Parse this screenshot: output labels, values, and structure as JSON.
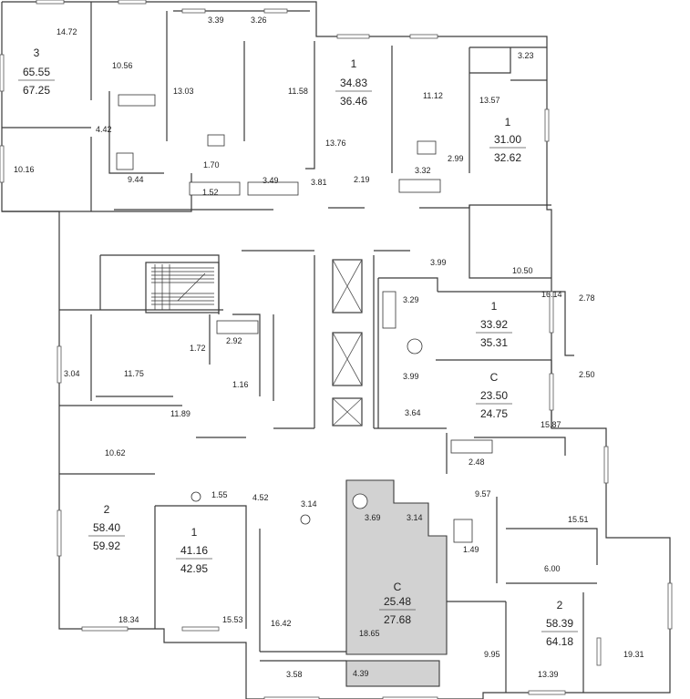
{
  "apartments": [
    {
      "id": "apt-3",
      "rooms": "3",
      "living": "65.55",
      "total": "67.25"
    },
    {
      "id": "apt-1a",
      "rooms": "1",
      "living": "34.83",
      "total": "36.46"
    },
    {
      "id": "apt-1b",
      "rooms": "1",
      "living": "31.00",
      "total": "32.62"
    },
    {
      "id": "apt-1c",
      "rooms": "1",
      "living": "33.92",
      "total": "35.31"
    },
    {
      "id": "apt-cs",
      "rooms": "С",
      "living": "23.50",
      "total": "24.75"
    },
    {
      "id": "apt-2a",
      "rooms": "2",
      "living": "58.40",
      "total": "59.92"
    },
    {
      "id": "apt-1d",
      "rooms": "1",
      "living": "41.16",
      "total": "42.95"
    },
    {
      "id": "apt-cs-hl",
      "rooms": "С",
      "living": "25.48",
      "total": "27.68"
    },
    {
      "id": "apt-2b",
      "rooms": "2",
      "living": "58.39",
      "total": "64.18"
    }
  ],
  "rooms": [
    "14.72",
    "3.39",
    "3.26",
    "10.56",
    "13.03",
    "11.58",
    "11.12",
    "3.23",
    "13.57",
    "4.42",
    "13.76",
    "10.16",
    "9.44",
    "1.70",
    "1.52",
    "3.49",
    "3.81",
    "2.19",
    "3.32",
    "2.99",
    "3.99",
    "10.50",
    "3.29",
    "16.14",
    "2.78",
    "1.72",
    "2.92",
    "3.04",
    "11.75",
    "1.16",
    "3.99",
    "2.50",
    "11.89",
    "3.64",
    "15.87",
    "10.62",
    "2.48",
    "1.55",
    "4.52",
    "3.14",
    "3.69",
    "3.14",
    "9.57",
    "15.51",
    "1.49",
    "6.00",
    "18.34",
    "15.53",
    "16.42",
    "18.65",
    "9.95",
    "13.39",
    "19.31",
    "3.58",
    "4.39"
  ],
  "colors": {
    "wall": "#3a3a3a",
    "highlight": "#d2d2d2",
    "background": "#ffffff"
  }
}
